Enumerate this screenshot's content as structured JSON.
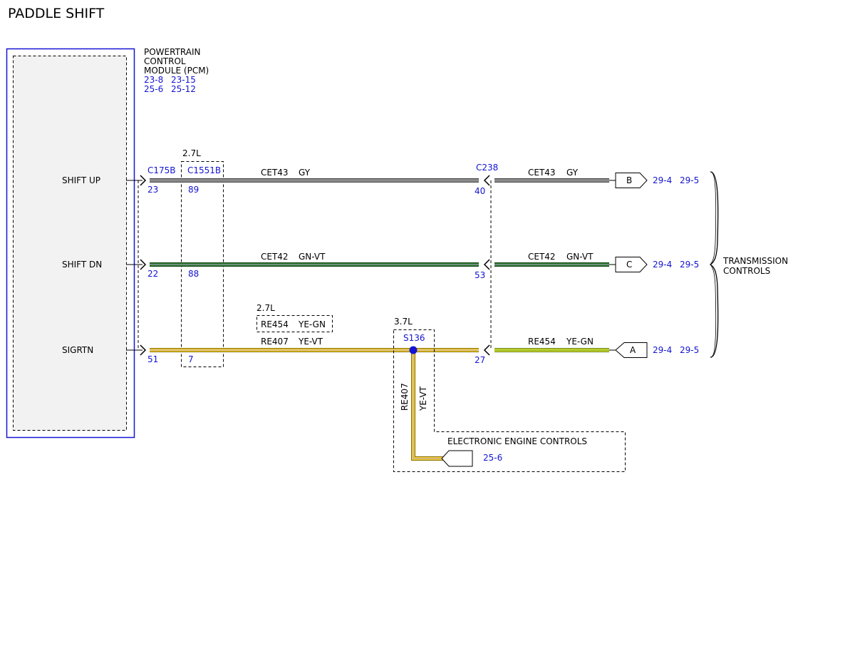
{
  "title": "PADDLE SHIFT",
  "pcm": {
    "name_line1": "POWERTRAIN",
    "name_line2": "CONTROL",
    "name_line3": "MODULE (PCM)",
    "ref1": "23-8",
    "ref2": "23-15",
    "ref3": "25-6",
    "ref4": "25-12",
    "connector": "C175B",
    "pins": [
      {
        "label": "SHIFT UP",
        "pin": "23"
      },
      {
        "label": "SHIFT DN",
        "pin": "22"
      },
      {
        "label": "SIGRTN",
        "pin": "51"
      }
    ]
  },
  "inline_connector": {
    "variant": "2.7L",
    "name": "C1551B",
    "pins": [
      "89",
      "88",
      "7"
    ]
  },
  "connector_c238": {
    "name": "C238",
    "pins": [
      "40",
      "53",
      "27"
    ]
  },
  "circuits": [
    {
      "left_circuit": "CET43",
      "left_color": "GY",
      "right_circuit": "CET43",
      "right_color": "GY",
      "terminal": "B",
      "ref1": "29-4",
      "ref2": "29-5"
    },
    {
      "left_circuit": "CET42",
      "left_color": "GN-VT",
      "right_circuit": "CET42",
      "right_color": "GN-VT",
      "terminal": "C",
      "ref1": "29-4",
      "ref2": "29-5"
    },
    {
      "left_circuit": "RE407",
      "left_color": "YE-VT",
      "right_circuit": "RE454",
      "right_color": "YE-GN",
      "terminal": "A",
      "ref1": "29-4",
      "ref2": "29-5"
    }
  ],
  "alt_circuit": {
    "variant": "2.7L",
    "circuit": "RE454",
    "color": "YE-GN"
  },
  "splice": {
    "variant": "3.7L",
    "name": "S136",
    "branch_circuit": "RE407",
    "branch_color": "YE-VT"
  },
  "eec": {
    "label": "ELECTRONIC ENGINE CONTROLS",
    "ref": "25-6"
  },
  "transmission": {
    "line1": "TRANSMISSION",
    "line2": "CONTROLS"
  },
  "colors": {
    "reference_blue": "#1414d2",
    "wire_gray": "#7a7a7a",
    "wire_green": "#1f6b1f",
    "wire_violet": "#b7a3d6",
    "wire_yellow": "#f2cf2a",
    "wire_yellow_green": "#8fc21e"
  }
}
